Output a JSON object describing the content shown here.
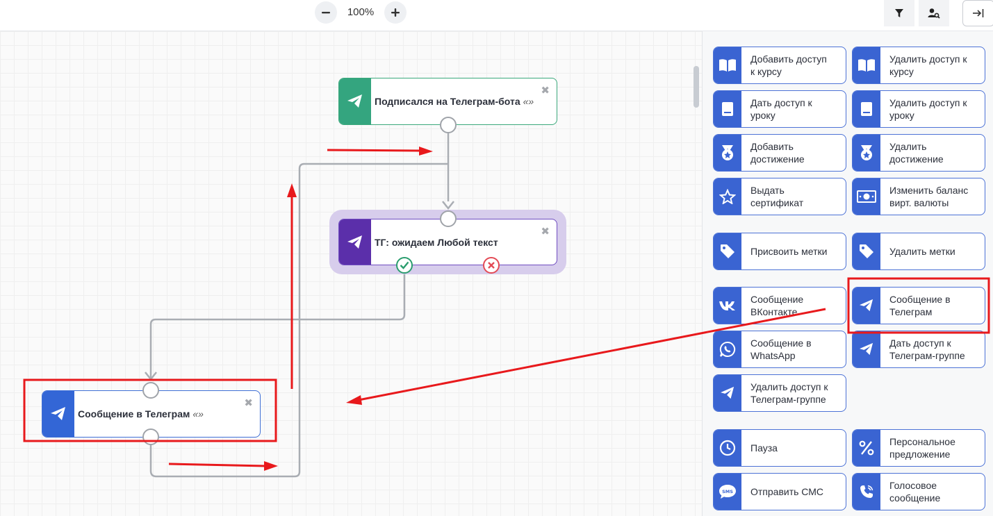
{
  "toolbar": {
    "zoom_value": "100%",
    "zoom_out_icon": "minus-icon",
    "zoom_in_icon": "plus-icon",
    "filter_icon": "filter-icon",
    "user_search_icon": "user-search-icon",
    "exit_icon": "exit-panel-icon"
  },
  "canvas": {
    "nodes": [
      {
        "title": "Подписался на Телеграм-бота",
        "suffix": "«»",
        "color": "#34a57f",
        "icon": "telegram-icon"
      },
      {
        "title": "ТГ: ожидаем Любой текст",
        "suffix": "",
        "color": "#5b2faa",
        "icon": "telegram-icon"
      },
      {
        "title": "Сообщение в Телеграм",
        "suffix": "«»",
        "color": "#3366d6",
        "icon": "telegram-icon"
      }
    ],
    "close_symbol": "✖"
  },
  "panel": {
    "actions": [
      {
        "label": "Добавить доступ\nк курсу",
        "icon": "book-icon"
      },
      {
        "label": "Удалить доступ к\nкурсу",
        "icon": "book-icon"
      },
      {
        "label": "Дать доступ к\nуроку",
        "icon": "lesson-icon"
      },
      {
        "label": "Удалить доступ к\nуроку",
        "icon": "lesson-icon"
      },
      {
        "label": "Добавить\nдостижение",
        "icon": "medal-icon"
      },
      {
        "label": "Удалить\nдостижение",
        "icon": "medal-icon"
      },
      {
        "label": "Выдать\nсертификат",
        "icon": "star-icon"
      },
      {
        "label": "Изменить баланс\nвирт. валюты",
        "icon": "money-icon"
      },
      {
        "label": "Присвоить метки",
        "icon": "tag-icon"
      },
      {
        "label": "Удалить метки",
        "icon": "tag-icon"
      },
      {
        "label": "Сообщение\nВКонтакте",
        "icon": "vk-icon"
      },
      {
        "label": "Сообщение в\nТелеграм",
        "icon": "telegram-icon"
      },
      {
        "label": "Сообщение в\nWhatsApp",
        "icon": "whatsapp-icon"
      },
      {
        "label": "Дать доступ к\nТелеграм-группе",
        "icon": "telegram-icon"
      },
      {
        "label": "Удалить доступ к\nТелеграм-группе",
        "icon": "telegram-icon"
      },
      {
        "label": "Пауза",
        "icon": "clock-icon"
      },
      {
        "label": "Персональное\nпредложение",
        "icon": "percent-icon"
      },
      {
        "label": "Отправить СМС",
        "icon": "sms-icon"
      },
      {
        "label": "Голосовое\nсообщение",
        "icon": "phone-icon"
      }
    ]
  },
  "colors": {
    "accent_blue": "#3a64d2",
    "annotation_red": "#e8191c",
    "connector_gray": "#a9adb3"
  }
}
